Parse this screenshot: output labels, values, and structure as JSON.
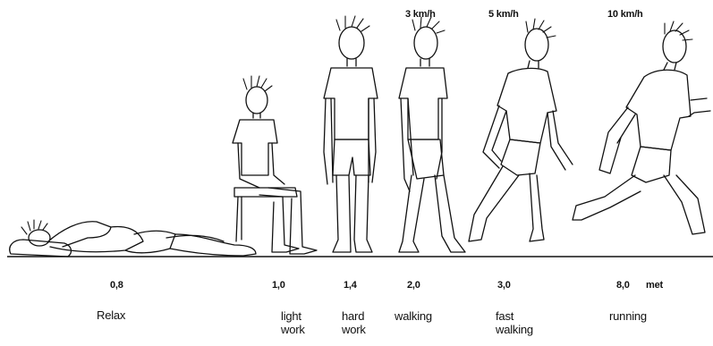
{
  "speeds": [
    "3 km/h",
    "5 km/h",
    "10 km/h"
  ],
  "met_values": [
    "0,8",
    "1,0",
    "1,4",
    "2,0",
    "3,0",
    "8,0"
  ],
  "met_unit": "met",
  "activities": [
    "Relax",
    "light\nwork",
    "hard\nwork",
    "walking",
    "fast\nwalking",
    "running"
  ],
  "figures": [
    "lying-figure",
    "sitting-figure",
    "standing-figure",
    "walking-figure",
    "fast-walking-figure",
    "running-figure"
  ]
}
